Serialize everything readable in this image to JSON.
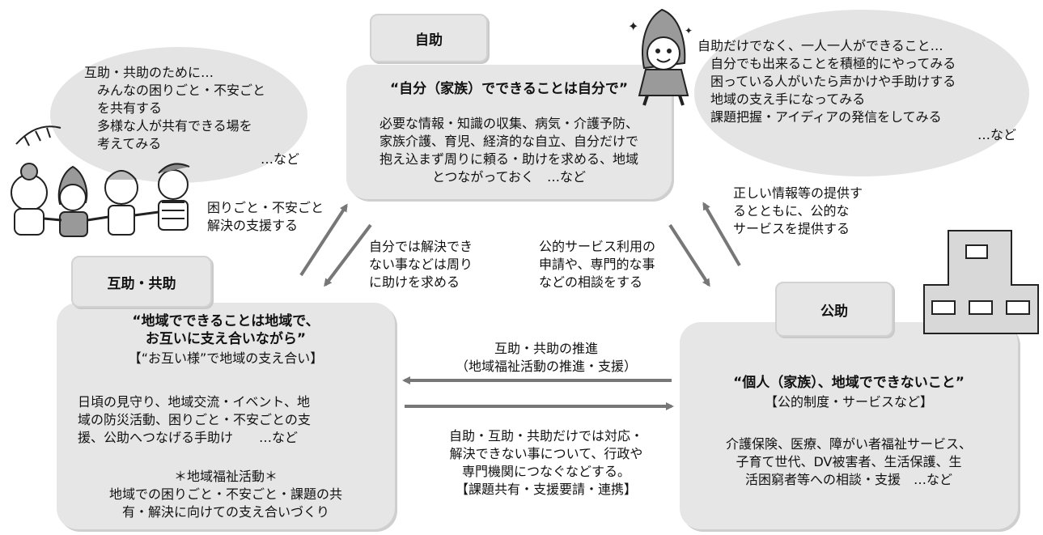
{
  "self_help": {
    "tab": "自助",
    "title": "“自分（家族）でできることは自分で”",
    "body": "必要な情報・知識の収集、病気・介護予防、\n家族介護、育児、経済的な自立、自分だけで\n抱え込まず周りに頼る・助けを求める、地域\nとつながっておく　…など"
  },
  "mutual_help": {
    "tab": "互助・共助",
    "title": "“地域でできることは地域で、\nお互いに支え合いながら”",
    "subtitle": "【“お互い様”で地域の支え合い】",
    "body": "日頃の見守り、地域交流・イベント、地\n域の防災活動、困りごと・不安ごとの支\n援、公助へつなげる手助け　　…など",
    "activity_heading": "＊地域福祉活動＊",
    "activity_body": "地域での困りごと・不安ごと・課題の共\n有・解決に向けての支え合いづくり"
  },
  "public_help": {
    "tab": "公助",
    "title": "“個人（家族）、地域でできないこと”",
    "subtitle": "【公的制度・サービスなど】",
    "body": "介護保険、医療、障がい者福祉サービス、\n子育て世代、DV被害者、生活保護、生\n活困窮者等への相談・支援　…など"
  },
  "bubble_left": {
    "text": "互助・共助のために…\n　みんなの困りごと・不安ごと\n　を共有する\n　多様な人が共有できる場を\n　考えてみる",
    "tail": "…など"
  },
  "bubble_right": {
    "text": "自助だけでなく、一人一人ができること…\n　自分でも出来ることを積極的にやってみる\n　困っている人がいたら声かけや手助けする\n　地域の支え手になってみる\n　課題把握・アイディアの発信をしてみる",
    "tail": "…など"
  },
  "arrows": {
    "mutual_to_self": "困りごと・不安ごと\n解決の支援する",
    "self_to_mutual": "自分では解決でき\nない事などは周り\nに助けを求める",
    "self_to_public": "公的サービス利用の\n申請や、専門的な事\nなどの相談をする",
    "public_to_self": "正しい情報等の提供す\nるとともに、公的な\nサービスを提供する",
    "public_to_mutual": "互助・共助の推進\n（地域福祉活動の推進・支援）",
    "mutual_to_public": "自助・互助・共助だけでは対応・\n解決できない事について、行政や\n専門機関につなぐなどする。\n【課題共有・支援要請・連携】"
  },
  "colors": {
    "panel": "#e6e6e6",
    "arrow": "#777777",
    "bubble": "#e4e4e4",
    "building": "#d8d8d8"
  }
}
